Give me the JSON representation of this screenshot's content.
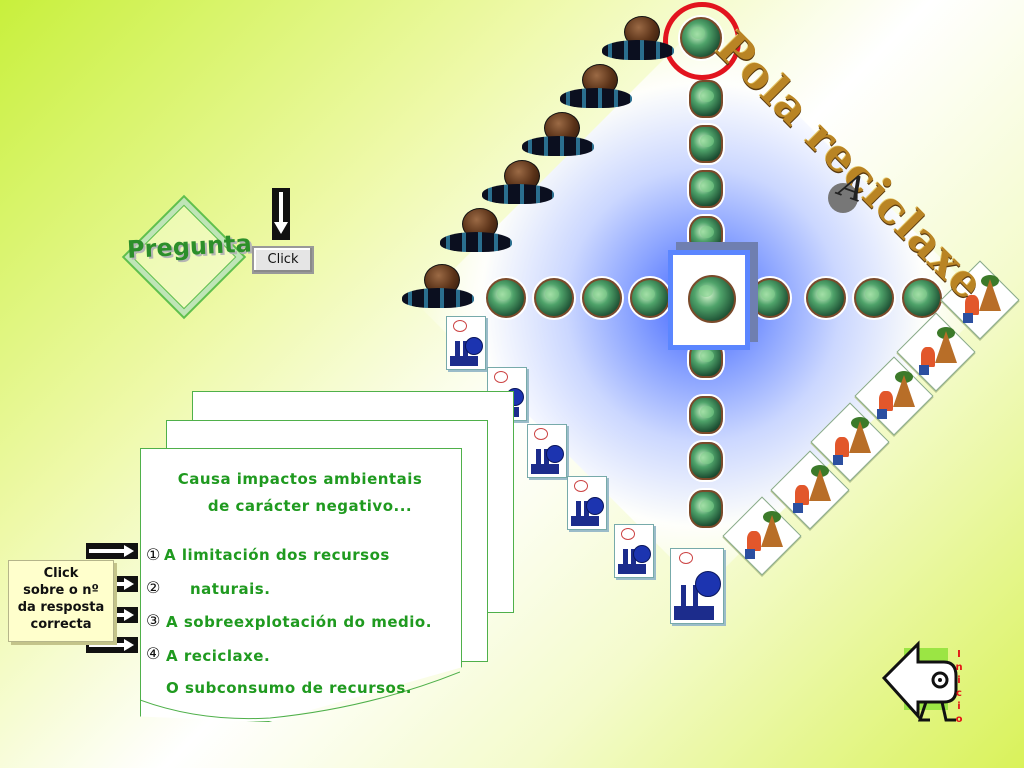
{
  "title": "Pola reciclaxe",
  "title_badge_letter": "A",
  "pregunta": {
    "label": "Pregunta"
  },
  "click_button": {
    "label": "Click"
  },
  "question": {
    "line1": "Causa impactos ambientais",
    "line2": "de carácter negativo..."
  },
  "options": [
    {
      "number": "①",
      "text": "A limitación dos recursos"
    },
    {
      "number": "②",
      "text": "naturais."
    },
    {
      "number": "③",
      "text": "A sobreexplotación do medio."
    },
    {
      "number": "④",
      "text": "A reciclaxe."
    },
    {
      "number": "",
      "text": "O subconsumo de recursos."
    }
  ],
  "click_note": {
    "line1": "Click",
    "line2": "sobre o nº",
    "line3": "da resposta",
    "line4": "correcta"
  },
  "inicio": {
    "letters": [
      "I",
      "n",
      "i",
      "c",
      "i",
      "o"
    ]
  },
  "colors": {
    "accent_green": "#1f9a1f",
    "title_gold": "#b98424",
    "highlight_red": "#e2141e",
    "center_blue": "#5b86ff"
  },
  "icons": {
    "globe": "globe-hands-icon",
    "rock": "oil-rock-icon",
    "factory": "factory-pollution-icon",
    "worker": "woodcutter-tree-icon",
    "arrow": "right-arrow-icon",
    "back": "back-arrow-character-icon"
  }
}
